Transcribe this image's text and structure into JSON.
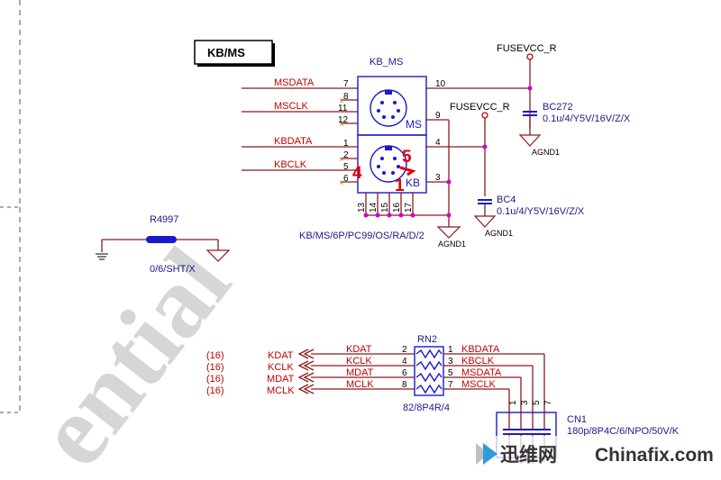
{
  "schematic": {
    "title_box": "KB/MS",
    "connector": {
      "ref": "KB_MS",
      "part": "KB/MS/6P/PC99/OS/RA/D/2",
      "ms_label": "MS",
      "kb_label": "KB",
      "ms_pins": [
        "7",
        "8",
        "11",
        "12"
      ],
      "kb_pins": [
        "1",
        "2",
        "5",
        "6"
      ],
      "right_pins": [
        "10",
        "9",
        "4",
        "3"
      ],
      "bottom_pins": [
        "13",
        "14",
        "15",
        "16",
        "17"
      ],
      "left_nets": [
        "MSDATA",
        "MSCLK",
        "KBDATA",
        "KBCLK"
      ],
      "handwritten": [
        "4",
        "5",
        "1"
      ]
    },
    "power": [
      "FUSEVCC_R",
      "FUSEVCC_R"
    ],
    "caps": [
      {
        "ref": "BC272",
        "value": "0.1u/4/Y5V/16V/Z/X"
      },
      {
        "ref": "BC4",
        "value": "0.1u/4/Y5V/16V/Z/X"
      }
    ],
    "grounds": [
      "AGND1",
      "AGND1",
      "AGND1"
    ],
    "resistor": {
      "ref": "R4997",
      "value": "0/6/SHT/X"
    },
    "rn": {
      "ref": "RN2",
      "value": "82/8P4R/4",
      "left_pins": [
        "2",
        "4",
        "6",
        "8"
      ],
      "right_pins": [
        "1",
        "3",
        "5",
        "7"
      ],
      "left_nets": [
        "KDAT",
        "KCLK",
        "MDAT",
        "MCLK"
      ],
      "right_nets": [
        "KBDATA",
        "KBCLK",
        "MSDATA",
        "MSCLK"
      ],
      "offpage": [
        {
          "page": "(16)",
          "name": "KDAT"
        },
        {
          "page": "(16)",
          "name": "KCLK"
        },
        {
          "page": "(16)",
          "name": "MDAT"
        },
        {
          "page": "(16)",
          "name": "MCLK"
        }
      ]
    },
    "cn": {
      "ref": "CN1",
      "value": "180p/8P4C/6/NPO/50V/K",
      "pins_top": [
        "1",
        "3",
        "5",
        "7"
      ]
    },
    "watermark": "ential",
    "logo": {
      "cn": "迅维网",
      "en": "Chinafix.com"
    }
  }
}
